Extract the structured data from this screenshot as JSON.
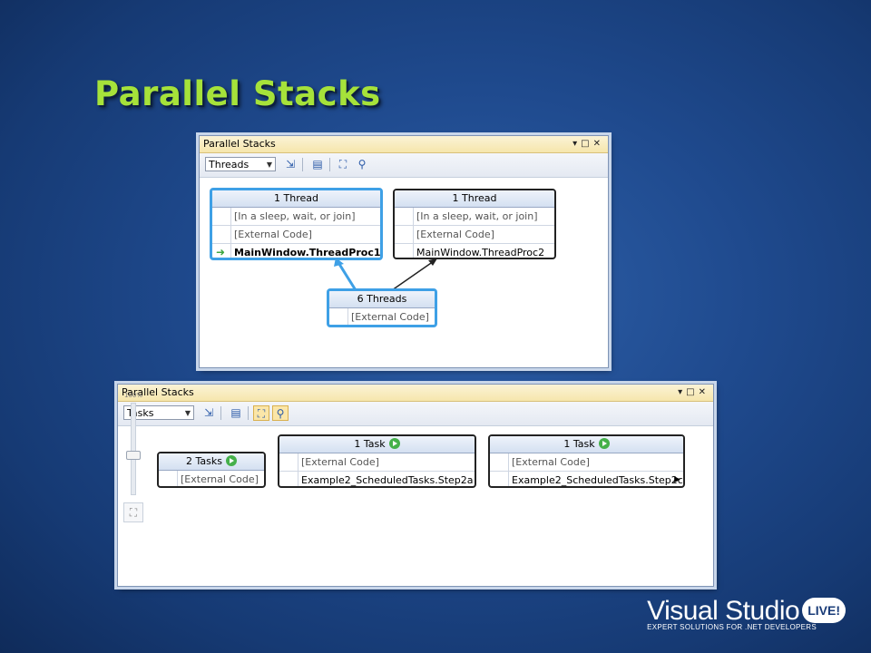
{
  "slide": {
    "title": "Parallel Stacks"
  },
  "window_threads": {
    "title": "Parallel Stacks",
    "view_select": "Threads",
    "nodes": [
      {
        "header": "1 Thread",
        "rows": [
          "[In a sleep, wait, or join]",
          "[External Code]",
          "MainWindow.ThreadProc1"
        ]
      },
      {
        "header": "1 Thread",
        "rows": [
          "[In a sleep, wait, or join]",
          "[External Code]",
          "MainWindow.ThreadProc2"
        ]
      },
      {
        "header": "6 Threads",
        "rows": [
          "[External Code]"
        ]
      }
    ]
  },
  "window_tasks": {
    "title": "Parallel Stacks",
    "view_select": "Tasks",
    "zoom_label": "100%",
    "nodes": [
      {
        "header": "2 Tasks",
        "rows": [
          "[External Code]"
        ]
      },
      {
        "header": "1 Task",
        "rows": [
          "[External Code]",
          "Example2_ScheduledTasks.Step2a"
        ]
      },
      {
        "header": "1 Task",
        "rows": [
          "[External Code]",
          "Example2_ScheduledTasks.Step2c"
        ]
      }
    ]
  },
  "logo": {
    "brand": "Visual Studio",
    "badge": "LIVE!",
    "tagline": "EXPERT SOLUTIONS FOR .NET DEVELOPERS"
  },
  "colors": {
    "title": "#a6e23a",
    "active_frame_border": "#3ea0e6",
    "titlebar": "#f6e6ac"
  }
}
